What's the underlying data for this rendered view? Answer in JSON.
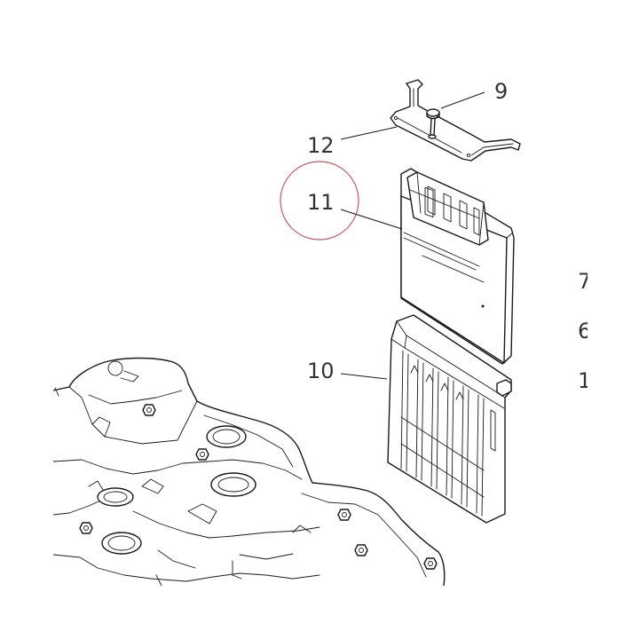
{
  "callouts": {
    "c9": "9",
    "c12": "12",
    "c11": "11",
    "c10": "10",
    "c7": "7",
    "c6": "6",
    "c1": "1"
  },
  "colors": {
    "line": "#1a1a1a",
    "highlight": "#c9575f",
    "text": "#333333"
  }
}
